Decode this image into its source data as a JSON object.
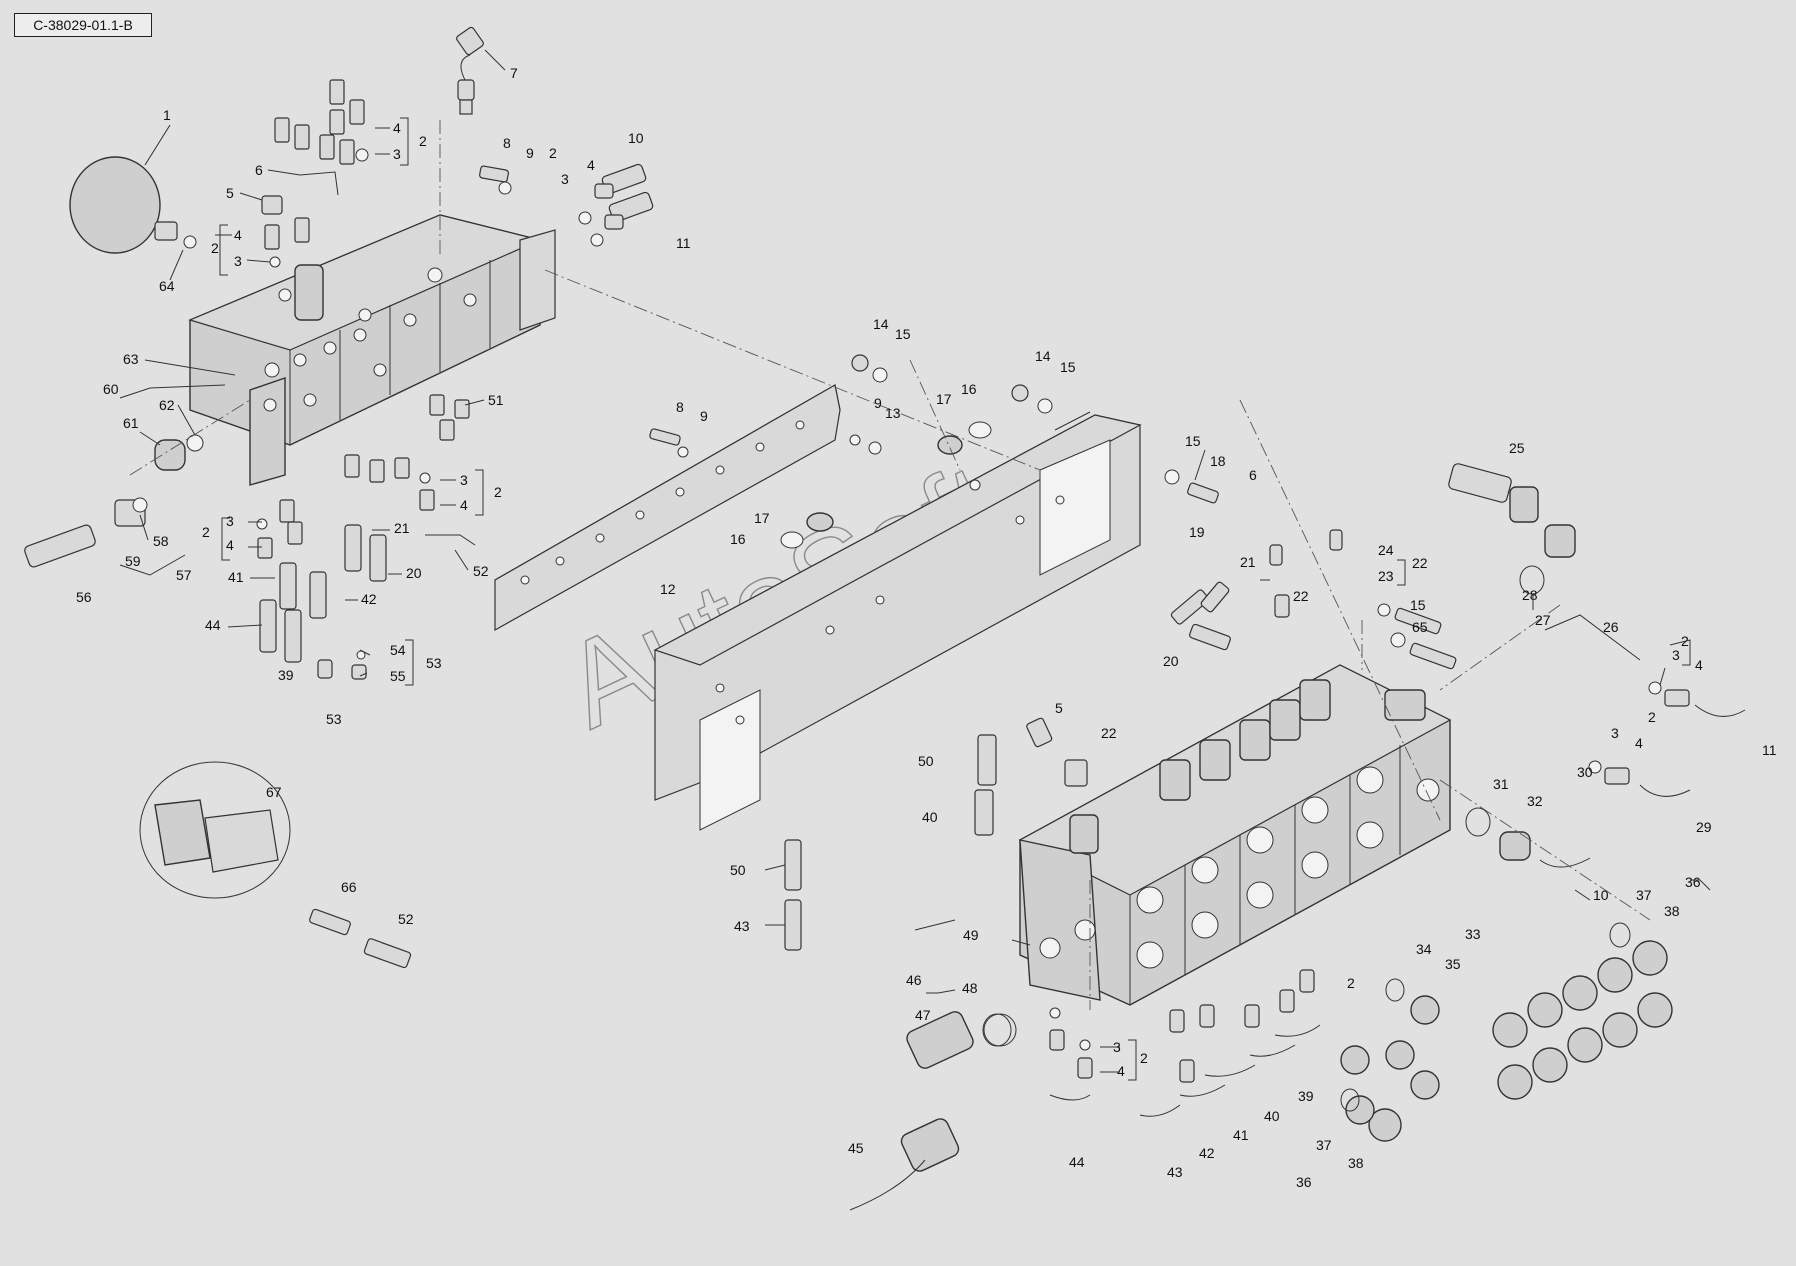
{
  "drawing_id": "C-38029-01.1-B",
  "watermark": "AutoSoft",
  "callouts": [
    {
      "id": "c1",
      "t": "1"
    },
    {
      "id": "c2a",
      "t": "2"
    },
    {
      "id": "c4a",
      "t": "4"
    },
    {
      "id": "c3a",
      "t": "3"
    },
    {
      "id": "c7",
      "t": "7"
    },
    {
      "id": "c6a",
      "t": "6"
    },
    {
      "id": "c5a",
      "t": "5"
    },
    {
      "id": "c8a",
      "t": "8"
    },
    {
      "id": "c9a",
      "t": "9"
    },
    {
      "id": "c2b",
      "t": "2"
    },
    {
      "id": "c4b",
      "t": "4"
    },
    {
      "id": "c3b",
      "t": "3"
    },
    {
      "id": "c10a",
      "t": "10"
    },
    {
      "id": "c11a",
      "t": "11"
    },
    {
      "id": "c2c",
      "t": "2"
    },
    {
      "id": "c4c",
      "t": "4"
    },
    {
      "id": "c3c",
      "t": "3"
    },
    {
      "id": "c64",
      "t": "64"
    },
    {
      "id": "c63",
      "t": "63"
    },
    {
      "id": "c60",
      "t": "60"
    },
    {
      "id": "c62",
      "t": "62"
    },
    {
      "id": "c61",
      "t": "61"
    },
    {
      "id": "c51",
      "t": "51"
    },
    {
      "id": "c3d",
      "t": "3"
    },
    {
      "id": "c4d",
      "t": "4"
    },
    {
      "id": "c2d",
      "t": "2"
    },
    {
      "id": "c58",
      "t": "58"
    },
    {
      "id": "c59",
      "t": "59"
    },
    {
      "id": "c57",
      "t": "57"
    },
    {
      "id": "c56",
      "t": "56"
    },
    {
      "id": "c2e",
      "t": "2"
    },
    {
      "id": "c3e",
      "t": "3"
    },
    {
      "id": "c4e",
      "t": "4"
    },
    {
      "id": "c21a",
      "t": "21"
    },
    {
      "id": "c52a",
      "t": "52"
    },
    {
      "id": "c41a",
      "t": "41"
    },
    {
      "id": "c20a",
      "t": "20"
    },
    {
      "id": "c42a",
      "t": "42"
    },
    {
      "id": "c44a",
      "t": "44"
    },
    {
      "id": "c39a",
      "t": "39"
    },
    {
      "id": "c54",
      "t": "54"
    },
    {
      "id": "c53a",
      "t": "53"
    },
    {
      "id": "c55",
      "t": "55"
    },
    {
      "id": "c53b",
      "t": "53"
    },
    {
      "id": "c67",
      "t": "67"
    },
    {
      "id": "c66",
      "t": "66"
    },
    {
      "id": "c52b",
      "t": "52"
    },
    {
      "id": "c14a",
      "t": "14"
    },
    {
      "id": "c15a",
      "t": "15"
    },
    {
      "id": "c8b",
      "t": "8"
    },
    {
      "id": "c9b",
      "t": "9"
    },
    {
      "id": "c9c",
      "t": "9"
    },
    {
      "id": "c13",
      "t": "13"
    },
    {
      "id": "c17a",
      "t": "17"
    },
    {
      "id": "c16a",
      "t": "16"
    },
    {
      "id": "c14b",
      "t": "14"
    },
    {
      "id": "c15b",
      "t": "15"
    },
    {
      "id": "c12",
      "t": "12"
    },
    {
      "id": "c17b",
      "t": "17"
    },
    {
      "id": "c16b",
      "t": "16"
    },
    {
      "id": "c15c",
      "t": "15"
    },
    {
      "id": "c18",
      "t": "18"
    },
    {
      "id": "c6b",
      "t": "6"
    },
    {
      "id": "c19",
      "t": "19"
    },
    {
      "id": "c21b",
      "t": "21"
    },
    {
      "id": "c24",
      "t": "24"
    },
    {
      "id": "c22a",
      "t": "22"
    },
    {
      "id": "c23",
      "t": "23"
    },
    {
      "id": "c22b",
      "t": "22"
    },
    {
      "id": "c20b",
      "t": "20"
    },
    {
      "id": "c15d",
      "t": "15"
    },
    {
      "id": "c65",
      "t": "65"
    },
    {
      "id": "c25",
      "t": "25"
    },
    {
      "id": "c28",
      "t": "28"
    },
    {
      "id": "c27",
      "t": "27"
    },
    {
      "id": "c26",
      "t": "26"
    },
    {
      "id": "c2f",
      "t": "2"
    },
    {
      "id": "c3f",
      "t": "3"
    },
    {
      "id": "c4f",
      "t": "4"
    },
    {
      "id": "c11b",
      "t": "11"
    },
    {
      "id": "c3g",
      "t": "3"
    },
    {
      "id": "c2g",
      "t": "2"
    },
    {
      "id": "c4g",
      "t": "4"
    },
    {
      "id": "c30",
      "t": "30"
    },
    {
      "id": "c31",
      "t": "31"
    },
    {
      "id": "c32",
      "t": "32"
    },
    {
      "id": "c29",
      "t": "29"
    },
    {
      "id": "c10b",
      "t": "10"
    },
    {
      "id": "c5b",
      "t": "5"
    },
    {
      "id": "c22c",
      "t": "22"
    },
    {
      "id": "c50a",
      "t": "50"
    },
    {
      "id": "c40a",
      "t": "40"
    },
    {
      "id": "c50b",
      "t": "50"
    },
    {
      "id": "c43a",
      "t": "43"
    },
    {
      "id": "c49",
      "t": "49"
    },
    {
      "id": "c37a",
      "t": "37"
    },
    {
      "id": "c36a",
      "t": "36"
    },
    {
      "id": "c38a",
      "t": "38"
    },
    {
      "id": "c33",
      "t": "33"
    },
    {
      "id": "c34",
      "t": "34"
    },
    {
      "id": "c35",
      "t": "35"
    },
    {
      "id": "c2h",
      "t": "2"
    },
    {
      "id": "c46",
      "t": "46"
    },
    {
      "id": "c48",
      "t": "48"
    },
    {
      "id": "c47",
      "t": "47"
    },
    {
      "id": "c3h",
      "t": "3"
    },
    {
      "id": "c2i",
      "t": "2"
    },
    {
      "id": "c4h",
      "t": "4"
    },
    {
      "id": "c39b",
      "t": "39"
    },
    {
      "id": "c40b",
      "t": "40"
    },
    {
      "id": "c41b",
      "t": "41"
    },
    {
      "id": "c42b",
      "t": "42"
    },
    {
      "id": "c43b",
      "t": "43"
    },
    {
      "id": "c44b",
      "t": "44"
    },
    {
      "id": "c45",
      "t": "45"
    },
    {
      "id": "c37b",
      "t": "37"
    },
    {
      "id": "c38b",
      "t": "38"
    },
    {
      "id": "c36b",
      "t": "36"
    }
  ]
}
